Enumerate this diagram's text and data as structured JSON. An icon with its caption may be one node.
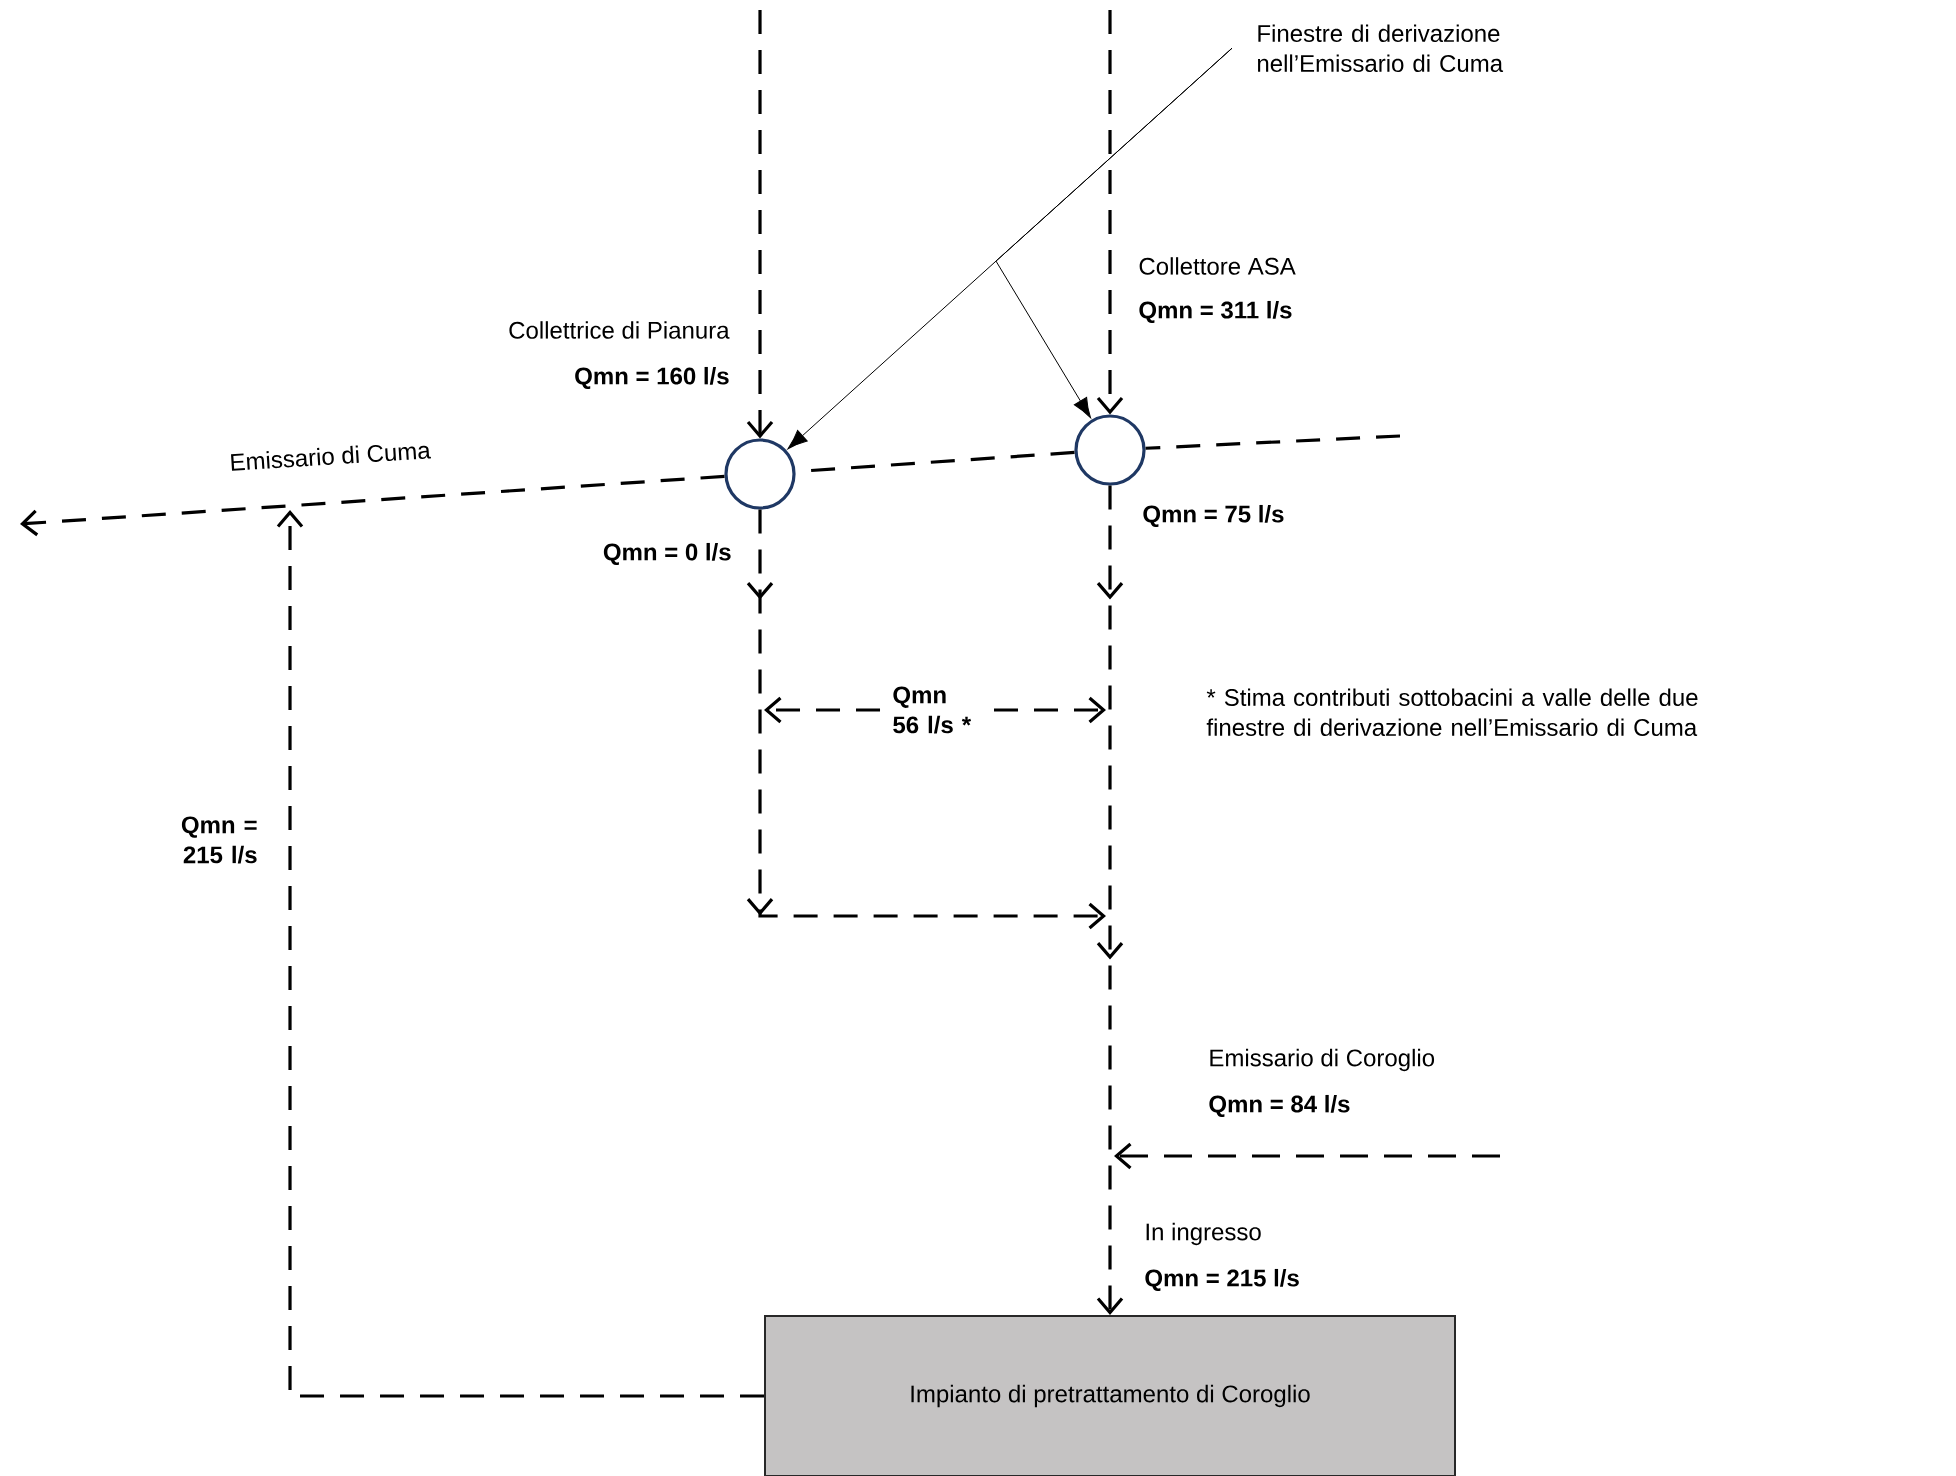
{
  "diagram": {
    "nodes": [
      {
        "text": [],
        "shape": "circle"
      },
      {
        "text": [],
        "shape": "circle"
      },
      {
        "text": [
          "Impianto di pretrattamento di Coroglio"
        ]
      },
      {
        "text": [
          "Finestre di derivazione nell’Emissario di Cuma"
        ]
      }
    ],
    "edges": [
      {
        "from": null,
        "to": 0,
        "arrow": "to",
        "style": "dashed"
      },
      {
        "from": null,
        "to": 1,
        "arrow": "to",
        "style": "dashed"
      },
      {
        "from": 1,
        "to": 0,
        "arrow": "none",
        "style": "dashed"
      },
      {
        "from": null,
        "to": 1,
        "arrow": "none",
        "style": "dashed"
      },
      {
        "from": 0,
        "to": null,
        "arrow": "to",
        "style": "dashed"
      },
      {
        "from": 0,
        "to": null,
        "arrow": "to",
        "style": "dashed"
      },
      {
        "from": 1,
        "to": 2,
        "arrow": "to",
        "style": "dashed"
      },
      {
        "from": 2,
        "to": null,
        "arrow": "to",
        "style": "dashed"
      },
      {
        "from": 3,
        "to": 0,
        "arrow": "to"
      },
      {
        "from": 3,
        "to": 1,
        "arrow": "to"
      }
    ],
    "labels": [
      "Collettrice di Pianura",
      "Qmn = 160 l/s",
      "Emissario di Cuma",
      "Collettore ASA",
      "Qmn = 311 l/s",
      "Qmn = 0 l/s",
      "Qmn = 75 l/s",
      "Qmn 56 l/s *",
      "* Stima contributi sottobacini a valle delle due finestre di derivazione nell’Emissario di Cuma",
      "Qmn = 215 l/s",
      "Emissario di Coroglio",
      "Qmn = 84 l/s",
      "In ingresso",
      "Qmn = 215 l/s"
    ]
  }
}
